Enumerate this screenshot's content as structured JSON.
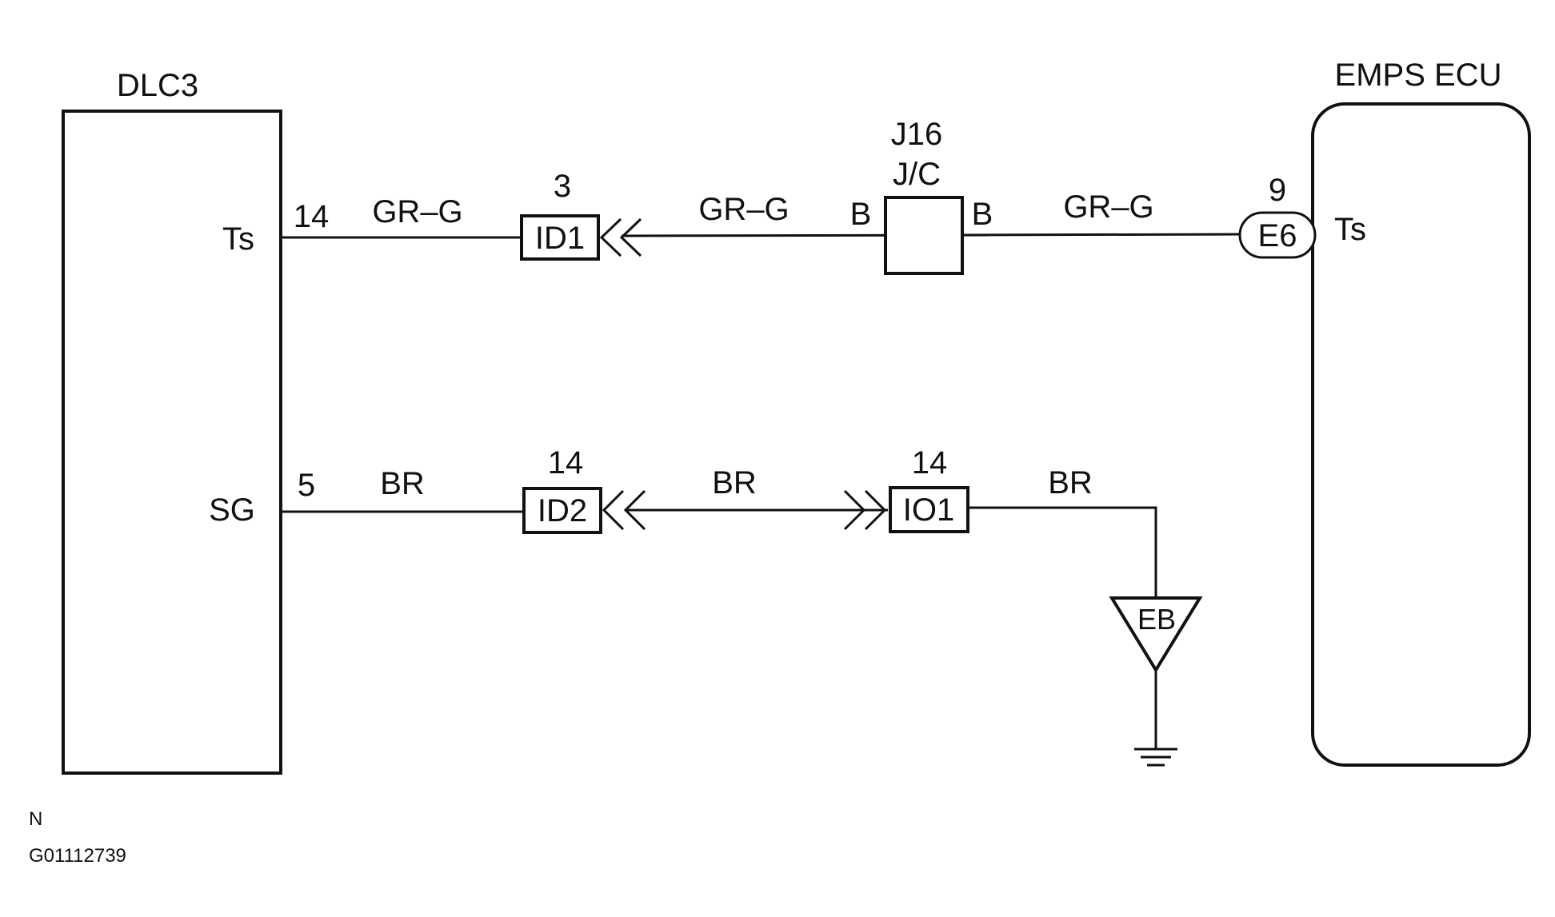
{
  "dlc3": {
    "title": "DLC3",
    "pin_ts": "Ts",
    "pin_sg": "SG",
    "ts_pin_number": "14",
    "sg_pin_number": "5"
  },
  "ecu": {
    "title": "EMPS ECU",
    "pin_ts": "Ts"
  },
  "wires": {
    "ts_segment_1": "GR–G",
    "ts_segment_2": "GR–G",
    "ts_segment_3": "GR–G",
    "sg_segment_1": "BR",
    "sg_segment_2": "BR",
    "sg_segment_3": "BR"
  },
  "connectors": {
    "id1": {
      "label": "ID1",
      "pin": "3"
    },
    "id2": {
      "label": "ID2",
      "pin": "14"
    },
    "io1": {
      "label": "IO1",
      "pin": "14"
    },
    "e6": {
      "label": "E6",
      "pin": "9"
    }
  },
  "junction": {
    "name": "J16",
    "type": "J/C",
    "left_terminal": "B",
    "right_terminal": "B"
  },
  "ground": {
    "label": "EB"
  },
  "footer": {
    "code": "N",
    "figure_id": "G01112739"
  }
}
